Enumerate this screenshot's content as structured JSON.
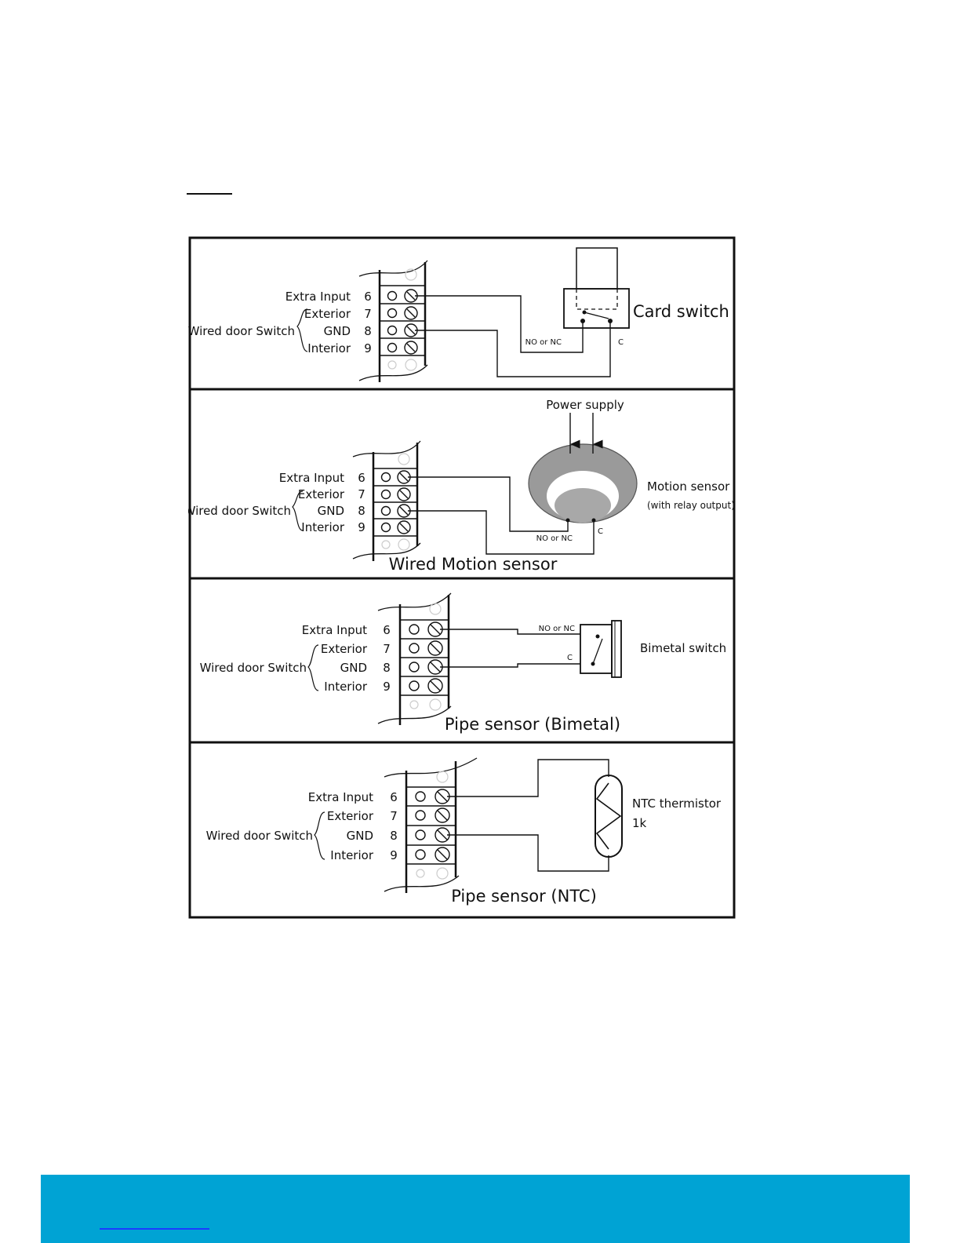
{
  "common": {
    "extra_input": "Extra Input",
    "exterior": "Exterior",
    "gnd": "GND",
    "interior": "Interior",
    "wired_door_switch": "Wired door Switch",
    "terminal_numbers": [
      "6",
      "7",
      "8",
      "9"
    ],
    "no_or_nc": "NO or NC",
    "c": "C"
  },
  "panels": [
    {
      "device_label": "Card switch"
    },
    {
      "title": "Wired Motion sensor",
      "power_label": "Power supply",
      "device_label": "Motion sensor",
      "device_sublabel": "(with relay output)"
    },
    {
      "title": "Pipe sensor (Bimetal)",
      "device_label": "Bimetal switch"
    },
    {
      "title": "Pipe sensor (NTC)",
      "device_label": "NTC thermistor",
      "device_sublabel": "1k"
    }
  ],
  "colors": {
    "footer": "#00a3d4",
    "link": "#1a3cff"
  }
}
